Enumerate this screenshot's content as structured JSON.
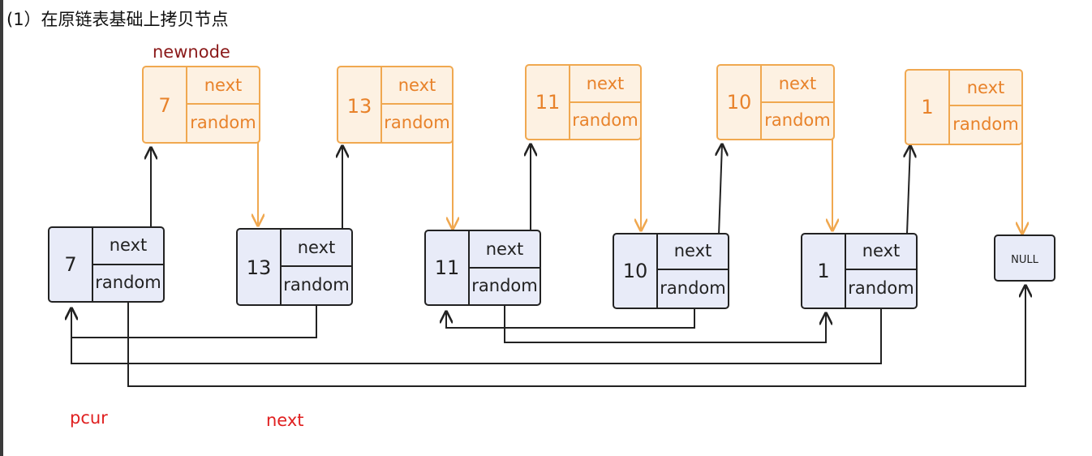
{
  "heading": "(1）在原链表基础上拷贝节点",
  "labels": {
    "newnode": "newnode",
    "pcur": "pcur",
    "next": "next"
  },
  "fields": {
    "next": "next",
    "random": "random"
  },
  "null_label": "NULL",
  "original_nodes": [
    "7",
    "13",
    "11",
    "10",
    "1"
  ],
  "copied_nodes": [
    "7",
    "13",
    "11",
    "10",
    "1"
  ],
  "random_pointers": [
    {
      "from": "7",
      "to": "NULL"
    },
    {
      "from": "13",
      "to": "7"
    },
    {
      "from": "11",
      "to": "1"
    },
    {
      "from": "10",
      "to": "11"
    },
    {
      "from": "1",
      "to": "7"
    }
  ],
  "colors": {
    "original_fill": "#e8ebf8",
    "original_stroke": "#222222",
    "copy_fill": "#fdf1e2",
    "copy_stroke": "#f0a850",
    "copy_arrow": "#f0a850",
    "pointer": "#222222",
    "label_newnode": "#8b1a1a",
    "label_red": "#e02020"
  }
}
